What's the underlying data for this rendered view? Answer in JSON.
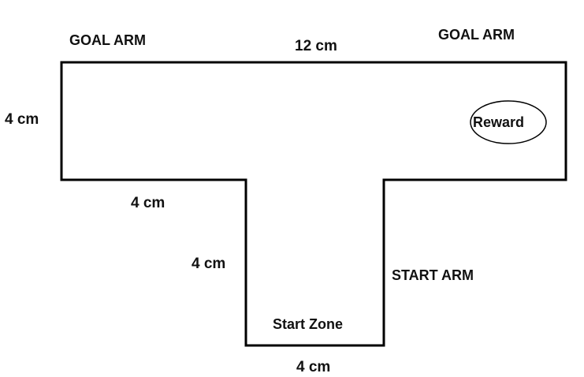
{
  "diagram": {
    "type": "T-maze schematic",
    "labels": {
      "goal_arm_left": "GOAL ARM",
      "goal_arm_right": "GOAL ARM",
      "top_width": "12 cm",
      "arm_height": "4 cm",
      "ledge_width": "4 cm",
      "start_arm_length": "4 cm",
      "start_arm": "START ARM",
      "start_zone": "Start Zone",
      "bottom_width": "4 cm",
      "reward": "Reward"
    },
    "colors": {
      "stroke": "#000000",
      "background": "#ffffff",
      "text": "#111111"
    }
  }
}
